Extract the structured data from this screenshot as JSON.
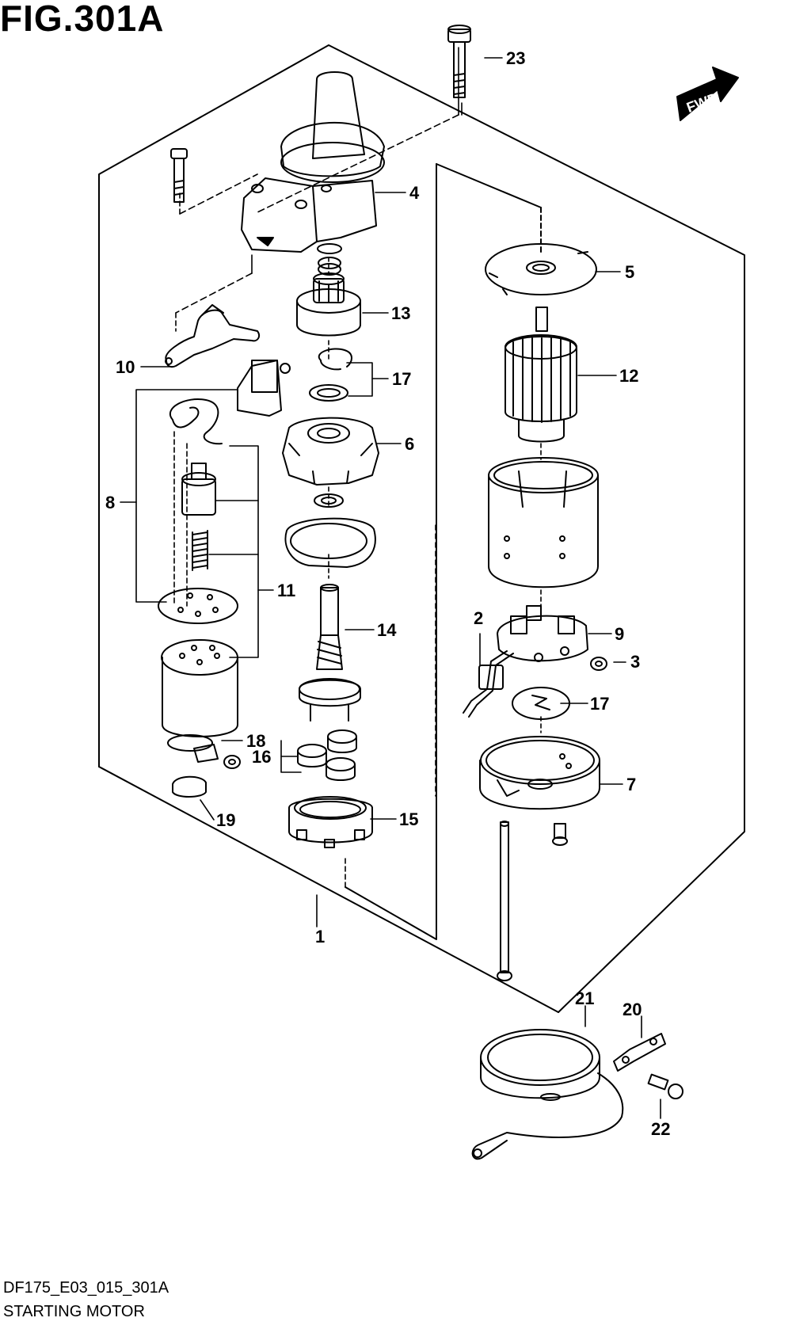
{
  "figure": {
    "title": "FIG.301A",
    "orientation_label": "FWD"
  },
  "footer": {
    "code": "DF175_E03_015_301A",
    "name": "STARTING MOTOR"
  },
  "callouts": {
    "c1": "1",
    "c2": "2",
    "c3": "3",
    "c4": "4",
    "c5": "5",
    "c6": "6",
    "c7": "7",
    "c8": "8",
    "c9": "9",
    "c10": "10",
    "c11": "11",
    "c12": "12",
    "c13": "13",
    "c14": "14",
    "c15": "15",
    "c16": "16",
    "c17a": "17",
    "c17b": "17",
    "c18": "18",
    "c19": "19",
    "c20": "20",
    "c21": "21",
    "c22": "22",
    "c23": "23"
  }
}
